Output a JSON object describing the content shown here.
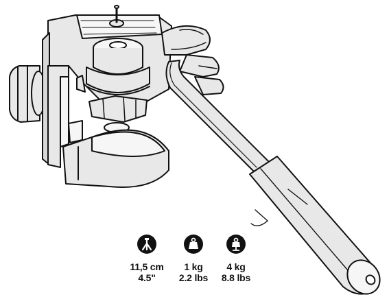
{
  "specs": [
    {
      "icon": "tripod-icon",
      "metric": "11,5 cm",
      "imperial": "4.5\""
    },
    {
      "icon": "weight-icon",
      "metric": "1 kg",
      "imperial": "2.2 lbs"
    },
    {
      "icon": "camera-load-icon",
      "metric": "4 kg",
      "imperial": "8.8 lbs"
    }
  ],
  "colors": {
    "ink": "#111111",
    "body": "#e8e8e8",
    "highlight": "#f6f6f6",
    "shade": "#9a9a9a"
  }
}
